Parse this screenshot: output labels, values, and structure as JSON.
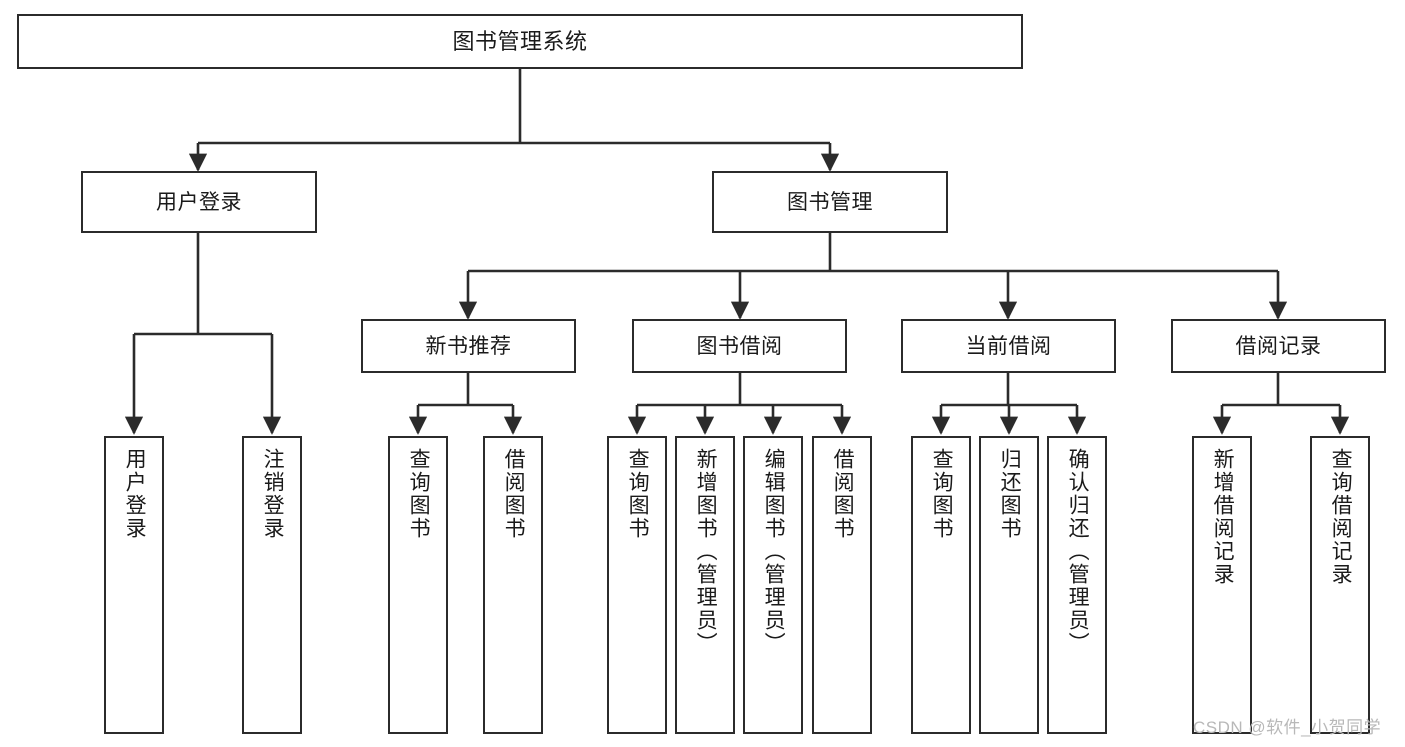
{
  "diagram": {
    "title": "图书管理系统",
    "type": "tree-functional-structure-diagram",
    "root": {
      "label": "图书管理系统"
    },
    "level2": [
      {
        "label": "用户登录"
      },
      {
        "label": "图书管理"
      }
    ],
    "level3": [
      {
        "label": "新书推荐"
      },
      {
        "label": "图书借阅"
      },
      {
        "label": "当前借阅"
      },
      {
        "label": "借阅记录"
      }
    ],
    "leaves": {
      "user_login": [
        {
          "label": "用户登录"
        },
        {
          "label": "注销登录"
        }
      ],
      "new_book_recommend": [
        {
          "label": "查询图书"
        },
        {
          "label": "借阅图书"
        }
      ],
      "book_borrow": [
        {
          "label": "查询图书"
        },
        {
          "label": "新增图书（管理员）"
        },
        {
          "label": "编辑图书（管理员）"
        },
        {
          "label": "借阅图书"
        }
      ],
      "current_borrow": [
        {
          "label": "查询图书"
        },
        {
          "label": "归还图书"
        },
        {
          "label": "确认归还（管理员）"
        }
      ],
      "borrow_record": [
        {
          "label": "新增借阅记录"
        },
        {
          "label": "查询借阅记录"
        }
      ]
    }
  },
  "watermark": {
    "text": "CSDN @软件_小贺同学"
  },
  "colors": {
    "stroke": "#2b2b2b",
    "background": "#ffffff",
    "text": "#1a1a1a",
    "watermark": "#b8b8b8"
  }
}
